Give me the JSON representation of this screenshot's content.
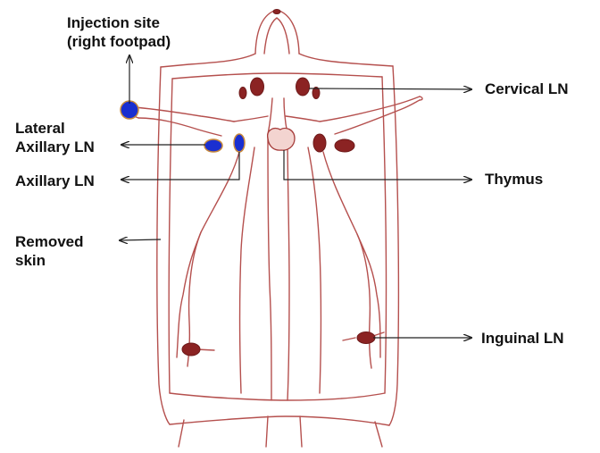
{
  "labels": {
    "injection_site_line1": "Injection site",
    "injection_site_line2": "(right footpad)",
    "lateral_axillary_line1": "Lateral",
    "lateral_axillary_line2": "Axillary LN",
    "axillary": "Axillary LN",
    "removed_skin_line1": "Removed",
    "removed_skin_line2": "skin",
    "cervical": "Cervical LN",
    "thymus": "Thymus",
    "inguinal": "Inguinal LN"
  },
  "colors": {
    "outline": "#b5504e",
    "node_fill": "#8b2323",
    "node_stroke": "#6e1a1a",
    "injection_fill": "#1a2fd0",
    "injection_stroke": "#c88a3c",
    "thymus_fill": "#f3d4d0",
    "thymus_stroke": "#a63c3a",
    "arrow": "#222222",
    "text": "#111111"
  }
}
